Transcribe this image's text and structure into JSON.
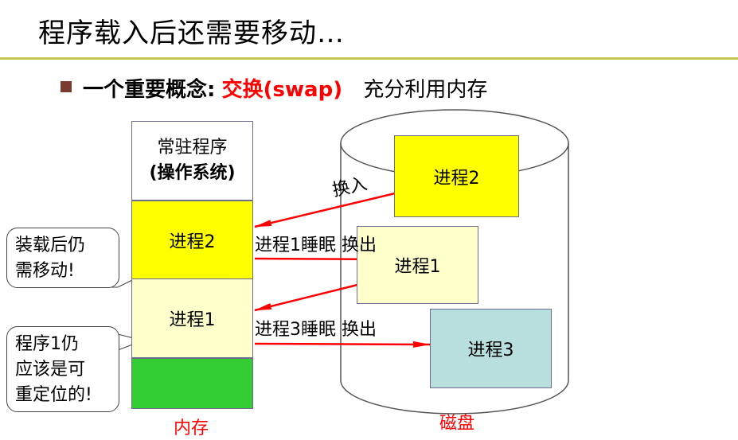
{
  "title": "程序载入后还需要移动…",
  "bullet": {
    "prefix": "一个重要概念:",
    "term": "交换(swap)",
    "suffix": "充分利用内存"
  },
  "memory": {
    "resident_line1": "常驻程序",
    "resident_line2": "(操作系统)",
    "process2": "进程2",
    "process1": "进程1",
    "label": "内存"
  },
  "disk": {
    "process2": "进程2",
    "process1": "进程1",
    "process3": "进程3",
    "label": "磁盘"
  },
  "arrows": {
    "swap_in": "换入",
    "p1_sleep_out": "进程1睡眠 换出",
    "p3_sleep_out": "进程3睡眠 换出"
  },
  "callouts": {
    "c1_line1": "装载后仍",
    "c1_line2": "需移动!",
    "c2_line1": "程序1仍",
    "c2_line2": "应该是可",
    "c2_line3": "重定位的!"
  },
  "colors": {
    "accent_red": "#ff0000",
    "process_yellow": "#ffff00",
    "process_pale": "#ffffcc",
    "free_green": "#33cc33",
    "process3_blue": "#b8dede",
    "title_rule": "#c8c850"
  }
}
